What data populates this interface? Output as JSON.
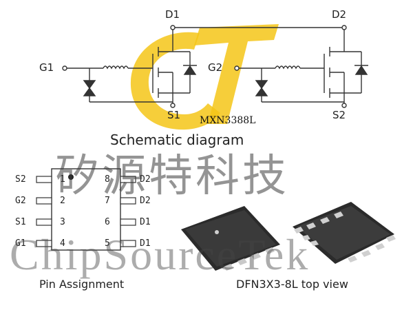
{
  "schematic": {
    "terminals": {
      "d1": "D1",
      "d2": "D2",
      "g1": "G1",
      "g2": "G2",
      "s1": "S1",
      "s2": "S2"
    },
    "part_number": "MXN3388L",
    "caption": "Schematic diagram"
  },
  "pin_assignment": {
    "caption": "Pin Assignment",
    "left_pins": [
      {
        "name": "S2",
        "number": "1"
      },
      {
        "name": "G2",
        "number": "2"
      },
      {
        "name": "S1",
        "number": "3"
      },
      {
        "name": "G1",
        "number": "4"
      }
    ],
    "right_pins": [
      {
        "name": "D2",
        "number": "8"
      },
      {
        "name": "D2",
        "number": "7"
      },
      {
        "name": "D1",
        "number": "6"
      },
      {
        "name": "D1",
        "number": "5"
      }
    ]
  },
  "package": {
    "caption": "DFN3X3-8L top view"
  },
  "watermark": {
    "chinese": "矽源特科技",
    "english": "ChipSourceTek"
  },
  "colors": {
    "logo": "#f5c518",
    "line": "#333333",
    "chip": "#222222"
  }
}
